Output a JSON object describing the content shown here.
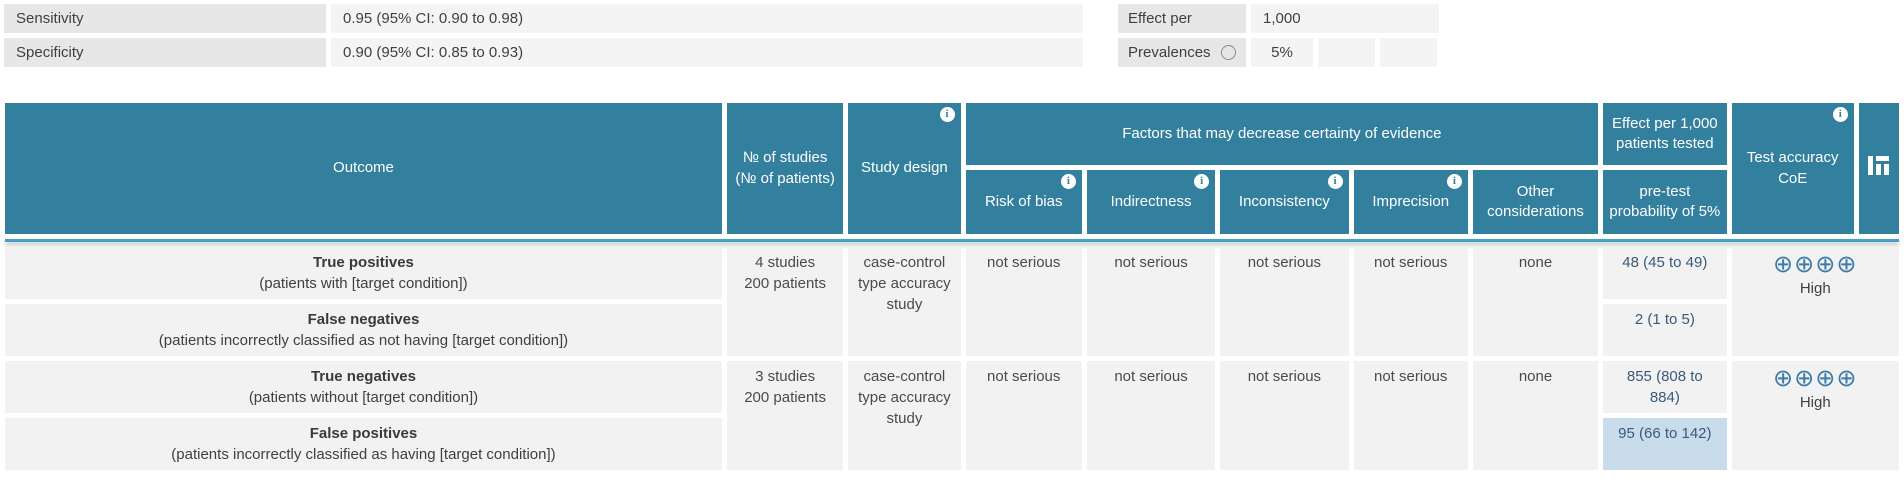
{
  "top_panel": {
    "rows": [
      {
        "label": "Sensitivity",
        "value": "0.95 (95% CI: 0.90 to 0.98)"
      },
      {
        "label": "Specificity",
        "value": "0.90 (95% CI: 0.85 to 0.93)"
      }
    ],
    "effect": {
      "label": "Effect per",
      "value": "1,000"
    },
    "prevalences": {
      "label": "Prevalences",
      "value_1": "5%",
      "value_2": "",
      "value_3": ""
    }
  },
  "table": {
    "header": {
      "outcome": "Outcome",
      "studies": "№ of studies (№ of patients)",
      "study_design": "Study design",
      "factors_group": "Factors that may decrease certainty of evidence",
      "risk_of_bias": "Risk of bias",
      "indirectness": "Indirectness",
      "inconsistency": "Inconsistency",
      "imprecision": "Imprecision",
      "other_considerations": "Other considerations",
      "effect_group": "Effect per 1,000 patients tested",
      "pretest": "pre-test probability of 5%",
      "test_accuracy": "Test accuracy CoE"
    },
    "groups": [
      {
        "studies": "4 studies",
        "patients": "200 patients",
        "design": "case-control type accuracy study",
        "risk_of_bias": "not serious",
        "indirectness": "not serious",
        "inconsistency": "not serious",
        "imprecision": "not serious",
        "other": "none",
        "coe_symbols": "⊕⊕⊕⊕",
        "coe_label": "High",
        "rows": [
          {
            "title": "True positives",
            "desc": "(patients with [target condition])",
            "effect": "48 (45 to 49)"
          },
          {
            "title": "False negatives",
            "desc": "(patients incorrectly classified as not having [target condition])",
            "effect": "2 (1 to 5)"
          }
        ]
      },
      {
        "studies": "3 studies",
        "patients": "200 patients",
        "design": "case-control type accuracy study",
        "risk_of_bias": "not serious",
        "indirectness": "not serious",
        "inconsistency": "not serious",
        "imprecision": "not serious",
        "other": "none",
        "coe_symbols": "⊕⊕⊕⊕",
        "coe_label": "High",
        "rows": [
          {
            "title": "True negatives",
            "desc": "(patients without [target condition])",
            "effect": "855 (808 to 884)"
          },
          {
            "title": "False positives",
            "desc": "(patients incorrectly classified as having [target condition])",
            "effect": "95 (66 to 142)"
          }
        ]
      }
    ]
  },
  "colors": {
    "header_teal": "#337f9e",
    "separator_blue": "#45a2c6",
    "cell_gray": "#f2f2f2",
    "label_gray": "#e7e7e7",
    "highlight_blue": "#c8dcec",
    "coe_plus": "#3d7ca8",
    "effect_text": "#3a5a78"
  }
}
